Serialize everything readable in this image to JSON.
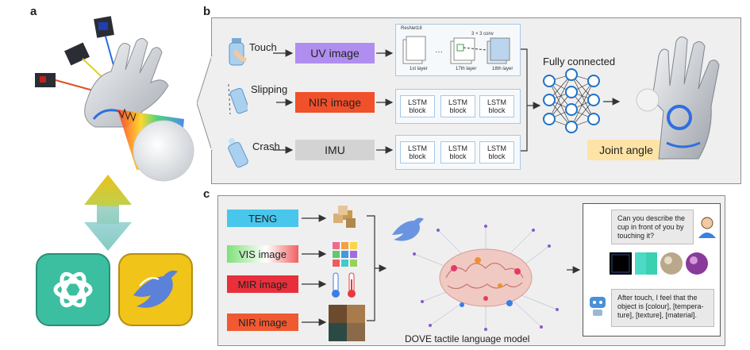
{
  "panel_labels": {
    "a": "a",
    "b": "b",
    "c": "c"
  },
  "panel_b": {
    "inputs": [
      "Touch",
      "Slipping",
      "Crash"
    ],
    "modalities": [
      "UV image",
      "NIR image",
      "IMU"
    ],
    "resnet": {
      "title": "ResNet18",
      "conv": "3 × 3 conv",
      "layers": [
        "1st layer",
        "17th layer",
        "18th layer"
      ]
    },
    "lstm_block": [
      "LSTM",
      "block"
    ],
    "fully_connected": "Fully connected",
    "joint_angle": "Joint angle"
  },
  "panel_c": {
    "inputs": [
      "TENG",
      "VIS image",
      "MIR image",
      "NIR image"
    ],
    "model_label": "DOVE tactile language model",
    "question": "Can you describe the cup in front of you by touching it?",
    "answer": "After touch, I feel that the object is [colour], [tempera-ture], [texture], [material]."
  },
  "colors": {
    "uv": "#b08ef0",
    "nir": "#f0502a",
    "imu": "#d3d3d3",
    "teng": "#49c6ec",
    "mir": "#e8303c",
    "nir_c": "#f05a32",
    "joint_angle_bg": "#fde4a6",
    "chatgpt_tile": "#3bbfa0",
    "dove_tile": "#f0c419",
    "nn_node": "#1e73c8"
  },
  "icons": [
    "chatgpt-logo-icon",
    "dove-bird-icon",
    "robot-hand-icon",
    "water-bottle-icon",
    "camera-icon",
    "brain-network-icon",
    "thermometer-icon",
    "person-avatar-icon",
    "robot-avatar-icon"
  ]
}
